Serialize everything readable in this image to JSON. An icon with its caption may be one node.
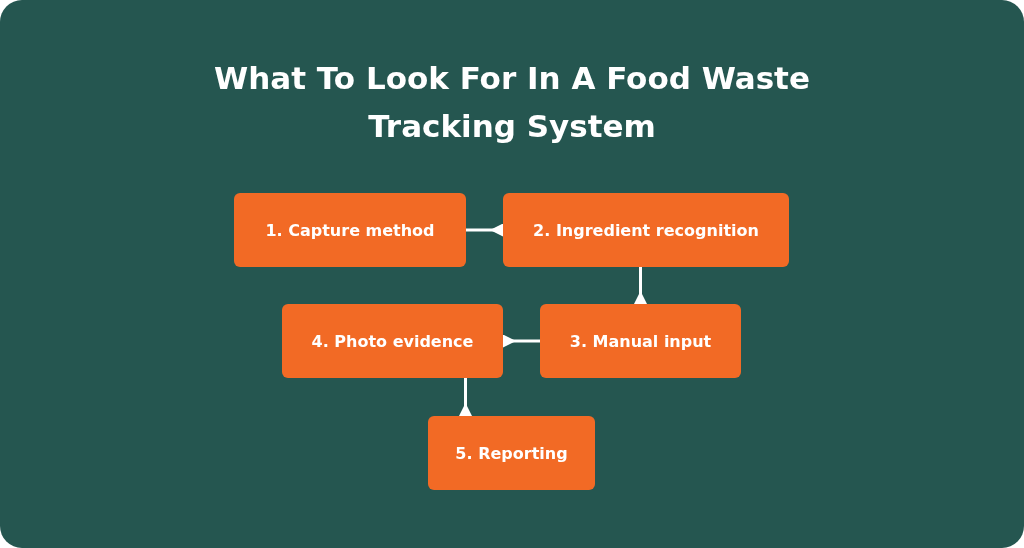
{
  "diagram": {
    "title": "What To Look For In A Food Waste Tracking System",
    "nodes": [
      {
        "text": [
          "1. Capture method"
        ]
      },
      {
        "text": [
          "2. Ingredient recognition"
        ]
      },
      {
        "text": [
          "3. Manual input"
        ]
      },
      {
        "text": [
          "4. Photo evidence"
        ]
      },
      {
        "text": [
          "5. Reporting"
        ]
      }
    ],
    "edges": [
      {
        "from": 0,
        "to": 1,
        "arrow": "other"
      },
      {
        "from": 1,
        "to": 2,
        "arrow": "other"
      },
      {
        "from": 2,
        "to": 3,
        "arrow": "other"
      },
      {
        "from": 3,
        "to": 4,
        "arrow": "other"
      }
    ]
  }
}
